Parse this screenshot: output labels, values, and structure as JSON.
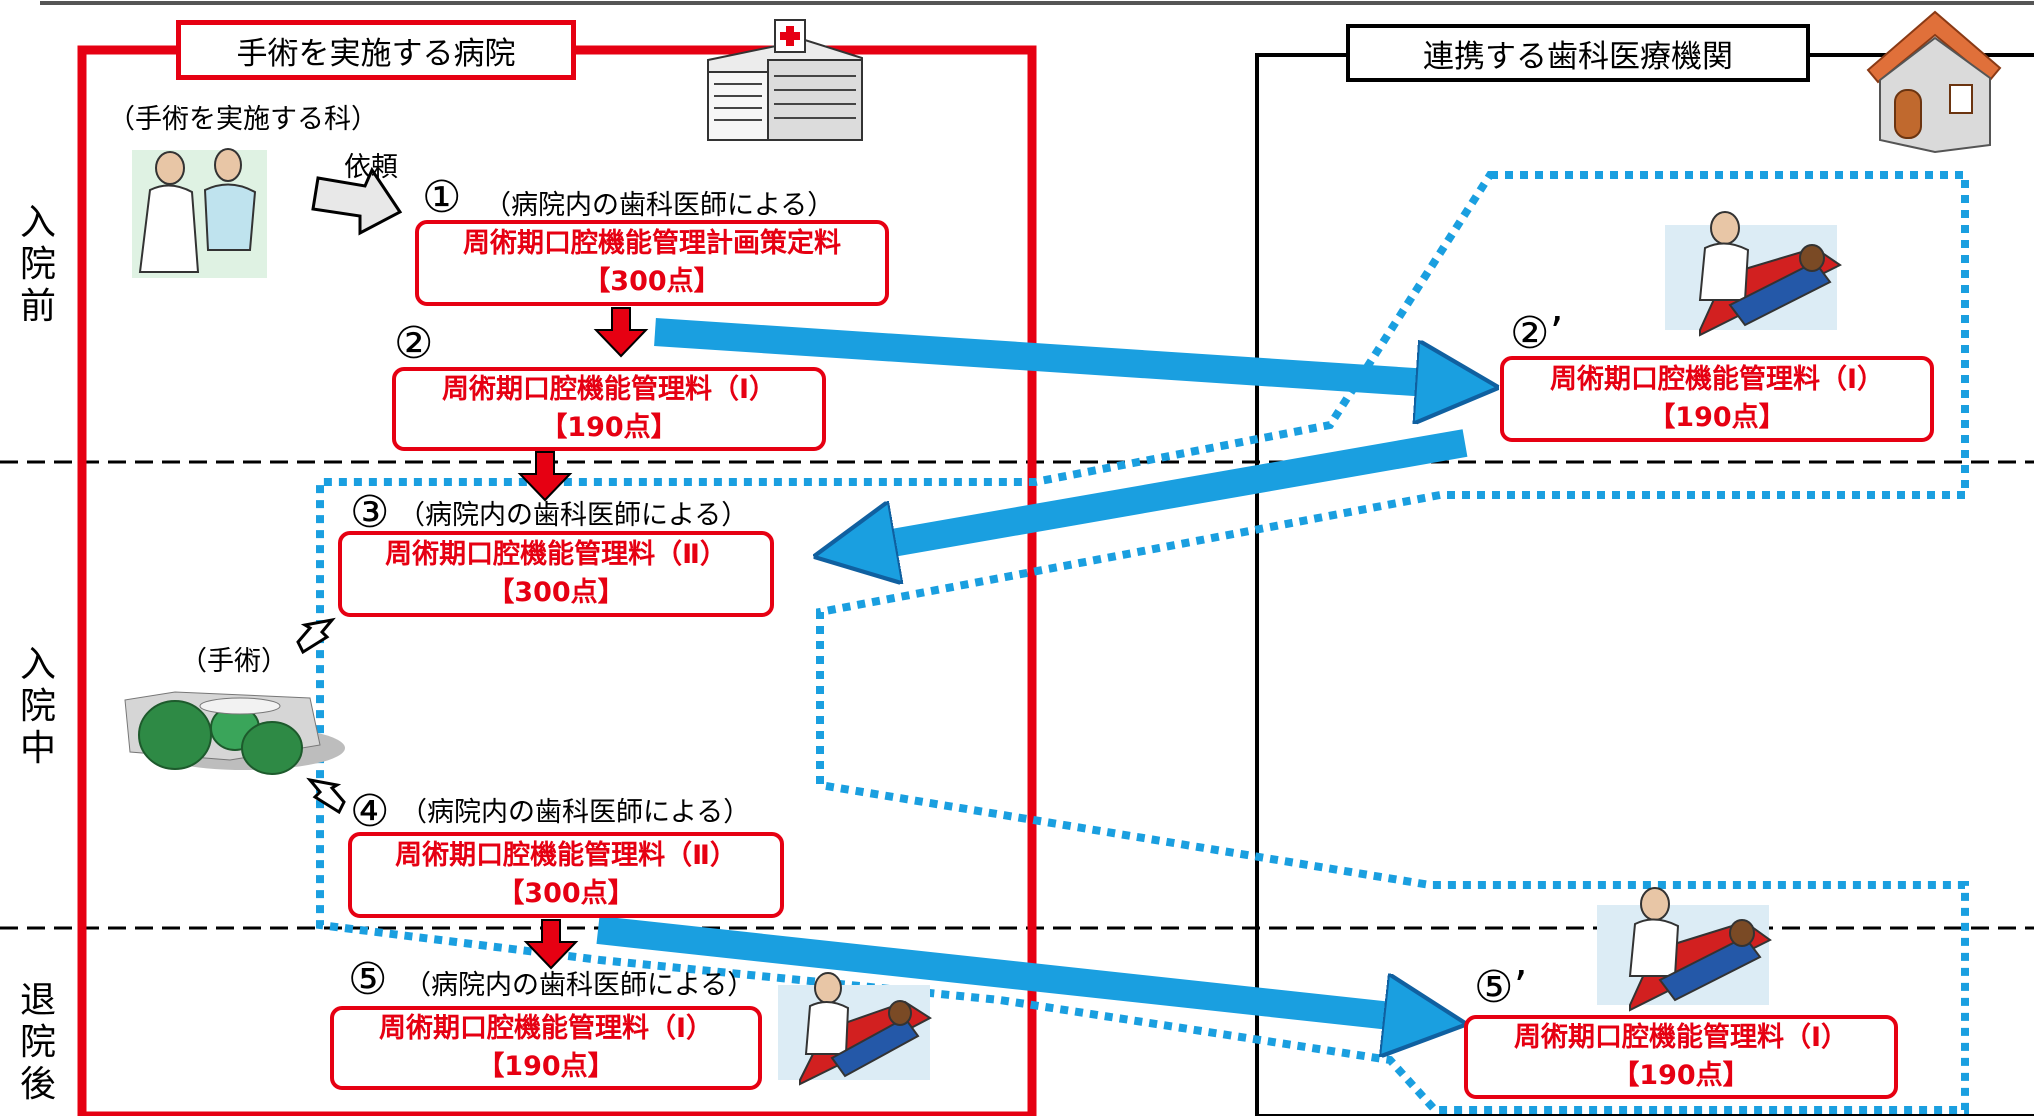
{
  "hospital": {
    "title": "手術を実施する病院",
    "department": "（手術を実施する科）"
  },
  "dental_clinic": {
    "title": "連携する歯科医療機関"
  },
  "phases": {
    "before": "入院前",
    "during": "入院中",
    "after": "退院後"
  },
  "labels": {
    "request": "依頼",
    "surgery": "（手術）"
  },
  "steps": [
    {
      "num": "①",
      "note": "（病院内の歯科医師による）",
      "name": "周術期口腔機能管理計画策定料",
      "points": "【300点】"
    },
    {
      "num": "②",
      "note": "",
      "name": "周術期口腔機能管理料（Ⅰ）",
      "points": "【190点】"
    },
    {
      "num": "②’",
      "note": "",
      "name": "周術期口腔機能管理料（Ⅰ）",
      "points": "【190点】"
    },
    {
      "num": "③",
      "note": "（病院内の歯科医師による）",
      "name": "周術期口腔機能管理料（Ⅱ）",
      "points": "【300点】"
    },
    {
      "num": "④",
      "note": "（病院内の歯科医師による）",
      "name": "周術期口腔機能管理料（Ⅱ）",
      "points": "【300点】"
    },
    {
      "num": "⑤",
      "note": "（病院内の歯科医師による）",
      "name": "周術期口腔機能管理料（Ⅰ）",
      "points": "【190点】"
    },
    {
      "num": "⑤’",
      "note": "",
      "name": "周術期口腔機能管理料（Ⅰ）",
      "points": "【190点】"
    }
  ],
  "icons": [
    "hospital-building-icon",
    "dental-house-icon",
    "doctor-patient-icon",
    "surgery-team-icon",
    "dental-chair-icon"
  ],
  "colors": {
    "hospital_border": "#e60012",
    "fee_text": "#e60012",
    "flow_arrow": "#1a9fe0",
    "dotted_region": "#1a9fe0"
  }
}
